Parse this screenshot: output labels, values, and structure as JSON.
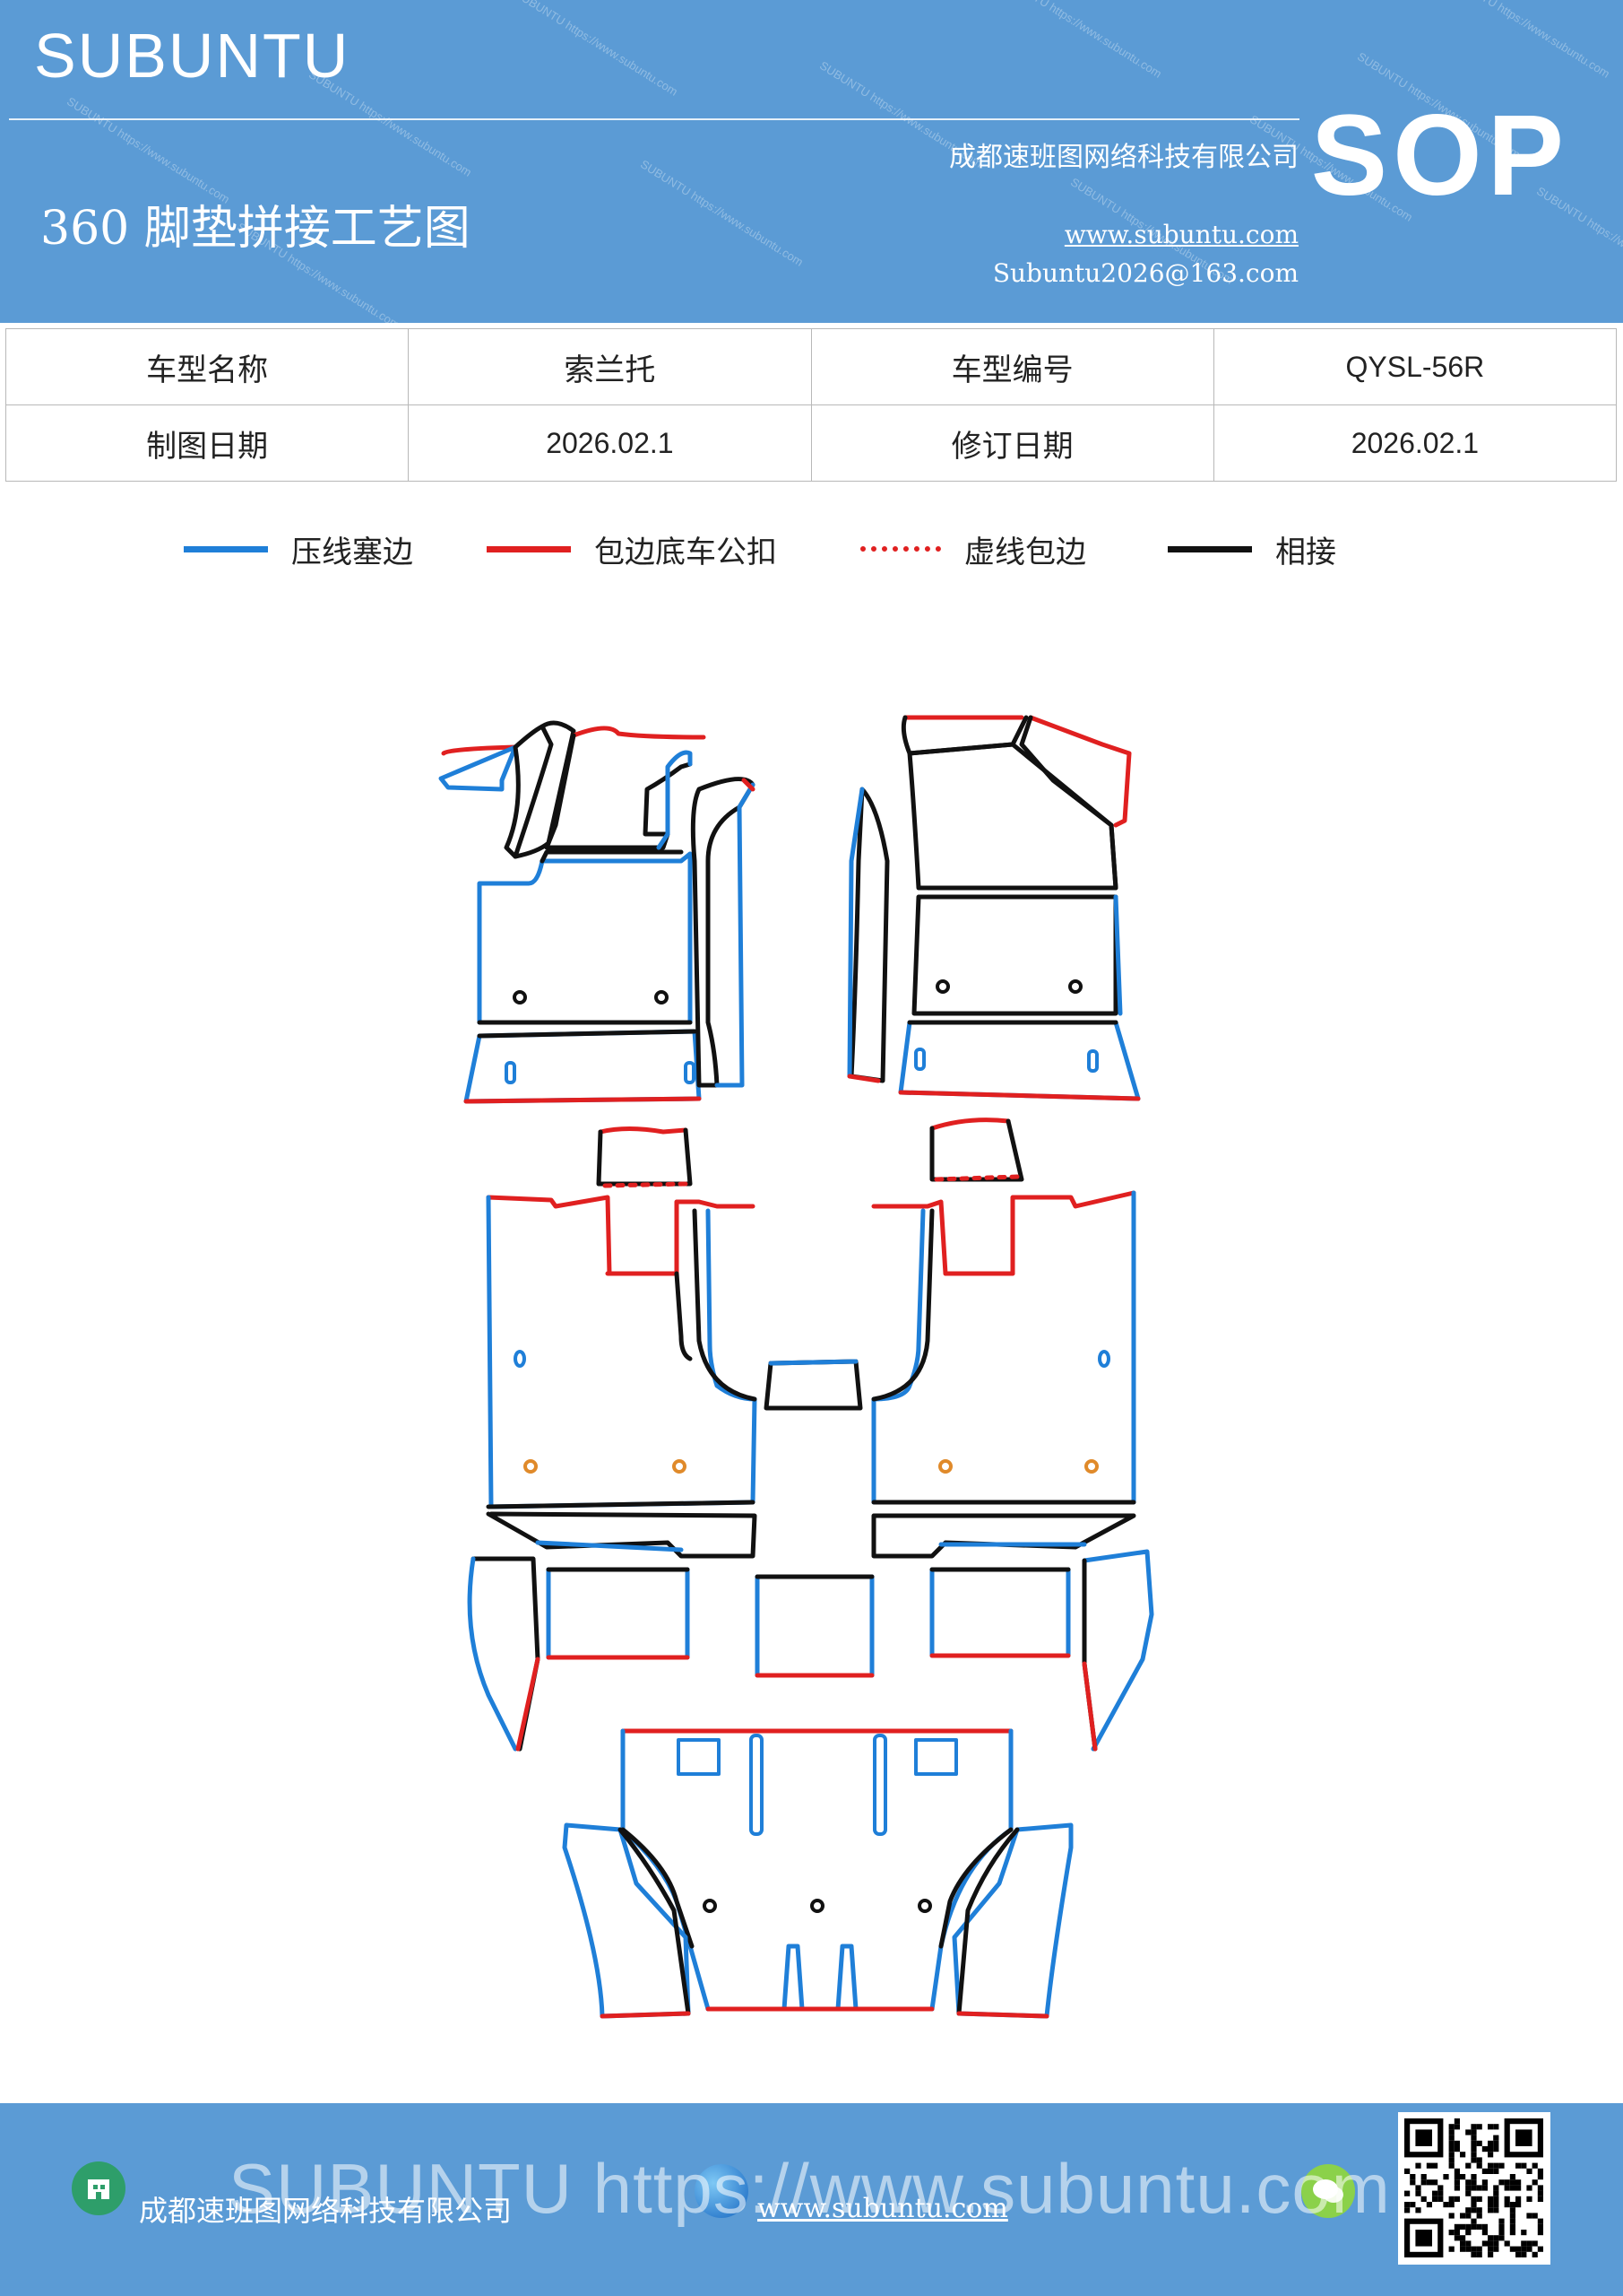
{
  "header": {
    "brand": "SUBUNTU",
    "title": "360 脚垫拼接工艺图",
    "company": "成都速班图网络科技有限公司",
    "website": "www.subuntu.com",
    "email": "Subuntu2026@163.com",
    "badge": "SOP",
    "watermark": "SUBUNTU https://www.subuntu.com"
  },
  "info_table": {
    "rows": [
      [
        "车型名称",
        "索兰托",
        "车型编号",
        "QYSL-56R"
      ],
      [
        "制图日期",
        "2026.02.1",
        "修订日期",
        "2026.02.1"
      ]
    ]
  },
  "legend": [
    {
      "label": "压线塞边",
      "color": "#1f7fd8",
      "style": "solid"
    },
    {
      "label": "包边底车公扣",
      "color": "#e02020",
      "style": "solid"
    },
    {
      "label": "虚线包边",
      "color": "#e02020",
      "style": "dotted"
    },
    {
      "label": "相接",
      "color": "#111111",
      "style": "solid"
    }
  ],
  "colors": {
    "header_bg": "#5b9bd5",
    "blue_line": "#1f7fd8",
    "red_line": "#e02020",
    "black_line": "#111111",
    "orange_mark": "#e08a2a"
  },
  "footer": {
    "company": "成都速班图网络科技有限公司",
    "website": "www.subuntu.com",
    "watermark": "SUBUNTU https://www.subuntu.com",
    "icons": [
      "building-icon",
      "globe-icon",
      "wechat-icon"
    ],
    "qr": "qr-code"
  }
}
